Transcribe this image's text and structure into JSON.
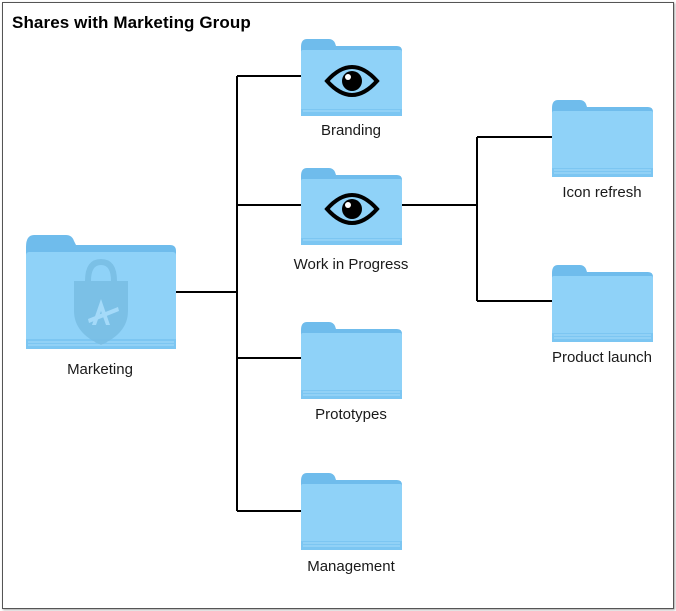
{
  "title": "Shares with Marketing Group",
  "colors": {
    "folder_front": "#8fd2f8",
    "folder_back": "#6fbcec",
    "line": "#000000"
  },
  "root": {
    "label": "Marketing",
    "icon": "lock-icon"
  },
  "children": [
    {
      "label": "Branding",
      "icon": "eye-icon"
    },
    {
      "label": "Work in Progress",
      "icon": "eye-icon",
      "children": [
        {
          "label": "Icon refresh"
        },
        {
          "label": "Product launch"
        }
      ]
    },
    {
      "label": "Prototypes"
    },
    {
      "label": "Management"
    }
  ]
}
